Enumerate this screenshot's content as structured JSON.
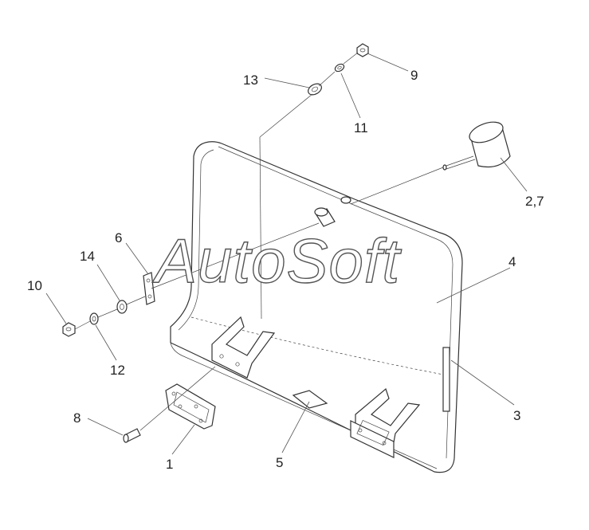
{
  "watermark": "AutoSoft",
  "callouts": {
    "c1": "1",
    "c27": "2,7",
    "c3": "3",
    "c4": "4",
    "c5": "5",
    "c6": "6",
    "c8": "8",
    "c9": "9",
    "c10": "10",
    "c11": "11",
    "c12": "12",
    "c13": "13",
    "c14": "14"
  }
}
